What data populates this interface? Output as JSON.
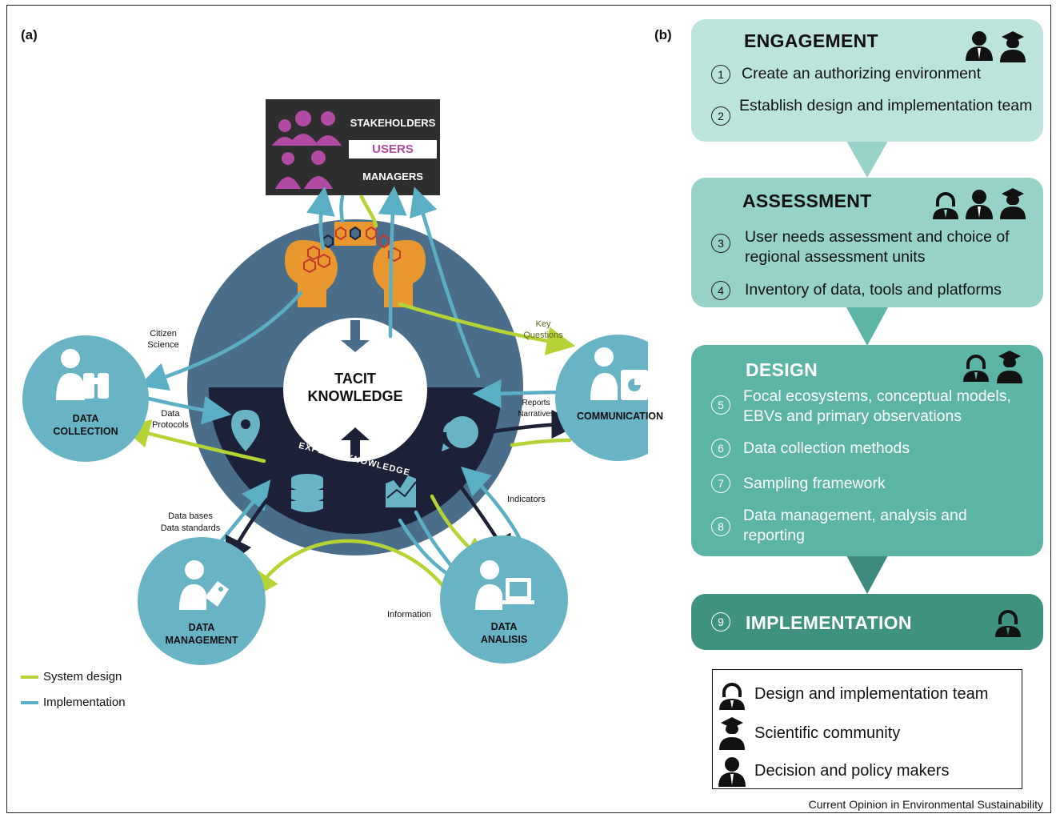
{
  "panel_a_label": "(a)",
  "panel_b_label": "(b)",
  "diagram_a": {
    "top_box": {
      "stakeholders": "STAKEHOLDERS",
      "users": "USERS",
      "managers": "MANAGERS"
    },
    "center": {
      "line1": "TACIT",
      "line2": "KNOWLEDGE"
    },
    "explicit": "EXPLICIT KNOWLEDGE",
    "nodes": {
      "data_collection": [
        "DATA",
        "COLLECTION"
      ],
      "communication": "COMMUNICATION",
      "data_management": [
        "DATA",
        "MANAGEMENT"
      ],
      "data_analisis": [
        "DATA",
        "ANALISIS"
      ]
    },
    "annotations": {
      "citizen_science": [
        "Citizen",
        "Science"
      ],
      "data_protocols": [
        "Data",
        "Protocols"
      ],
      "key_questions": [
        "Key",
        "Questions"
      ],
      "reports_narratives": [
        "Reports",
        "Narratives"
      ],
      "indicators": "Indicators",
      "databases": [
        "Data bases",
        "Data standards"
      ],
      "information": "Information"
    },
    "legend": [
      {
        "label": "System design",
        "color": "#b5d334"
      },
      {
        "label": "Implementation",
        "color": "#5aafc4"
      }
    ],
    "colors": {
      "outer_circle": "#4a6e8a",
      "dark": "#1c2138",
      "node": "#68b3c4",
      "orange": "#e8982e",
      "magenta": "#b04aa2"
    }
  },
  "flow_b": {
    "stages": [
      {
        "title": "ENGAGEMENT",
        "color": "#bde4dc",
        "icons": [
          "decision-maker",
          "scientist"
        ],
        "steps": [
          {
            "num": "1",
            "text": "Create an authorizing environment"
          },
          {
            "num": "2",
            "text": "Establish design and implementation team"
          }
        ]
      },
      {
        "title": "ASSESSMENT",
        "color": "#97d2c8",
        "icons": [
          "team",
          "decision-maker",
          "scientist"
        ],
        "steps": [
          {
            "num": "3",
            "text": "User needs assessment and choice of regional assessment units"
          },
          {
            "num": "4",
            "text": "Inventory of data, tools and platforms"
          }
        ]
      },
      {
        "title": "DESIGN",
        "color": "#5cb4a6",
        "icons": [
          "team",
          "scientist"
        ],
        "steps": [
          {
            "num": "5",
            "text": "Focal ecosystems, conceptual models, EBVs and primary observations"
          },
          {
            "num": "6",
            "text": "Data collection methods"
          },
          {
            "num": "7",
            "text": "Sampling framework"
          },
          {
            "num": "8",
            "text": "Data management, analysis and reporting"
          }
        ]
      },
      {
        "title": "IMPLEMENTATION",
        "num": "9",
        "color": "#3f9180",
        "icons": [
          "team"
        ]
      }
    ],
    "legend": [
      {
        "icon": "team",
        "label": "Design and implementation team"
      },
      {
        "icon": "scientist",
        "label": "Scientific community"
      },
      {
        "icon": "decision-maker",
        "label": "Decision and policy makers"
      }
    ]
  },
  "credit": "Current Opinion in Environmental Sustainability"
}
